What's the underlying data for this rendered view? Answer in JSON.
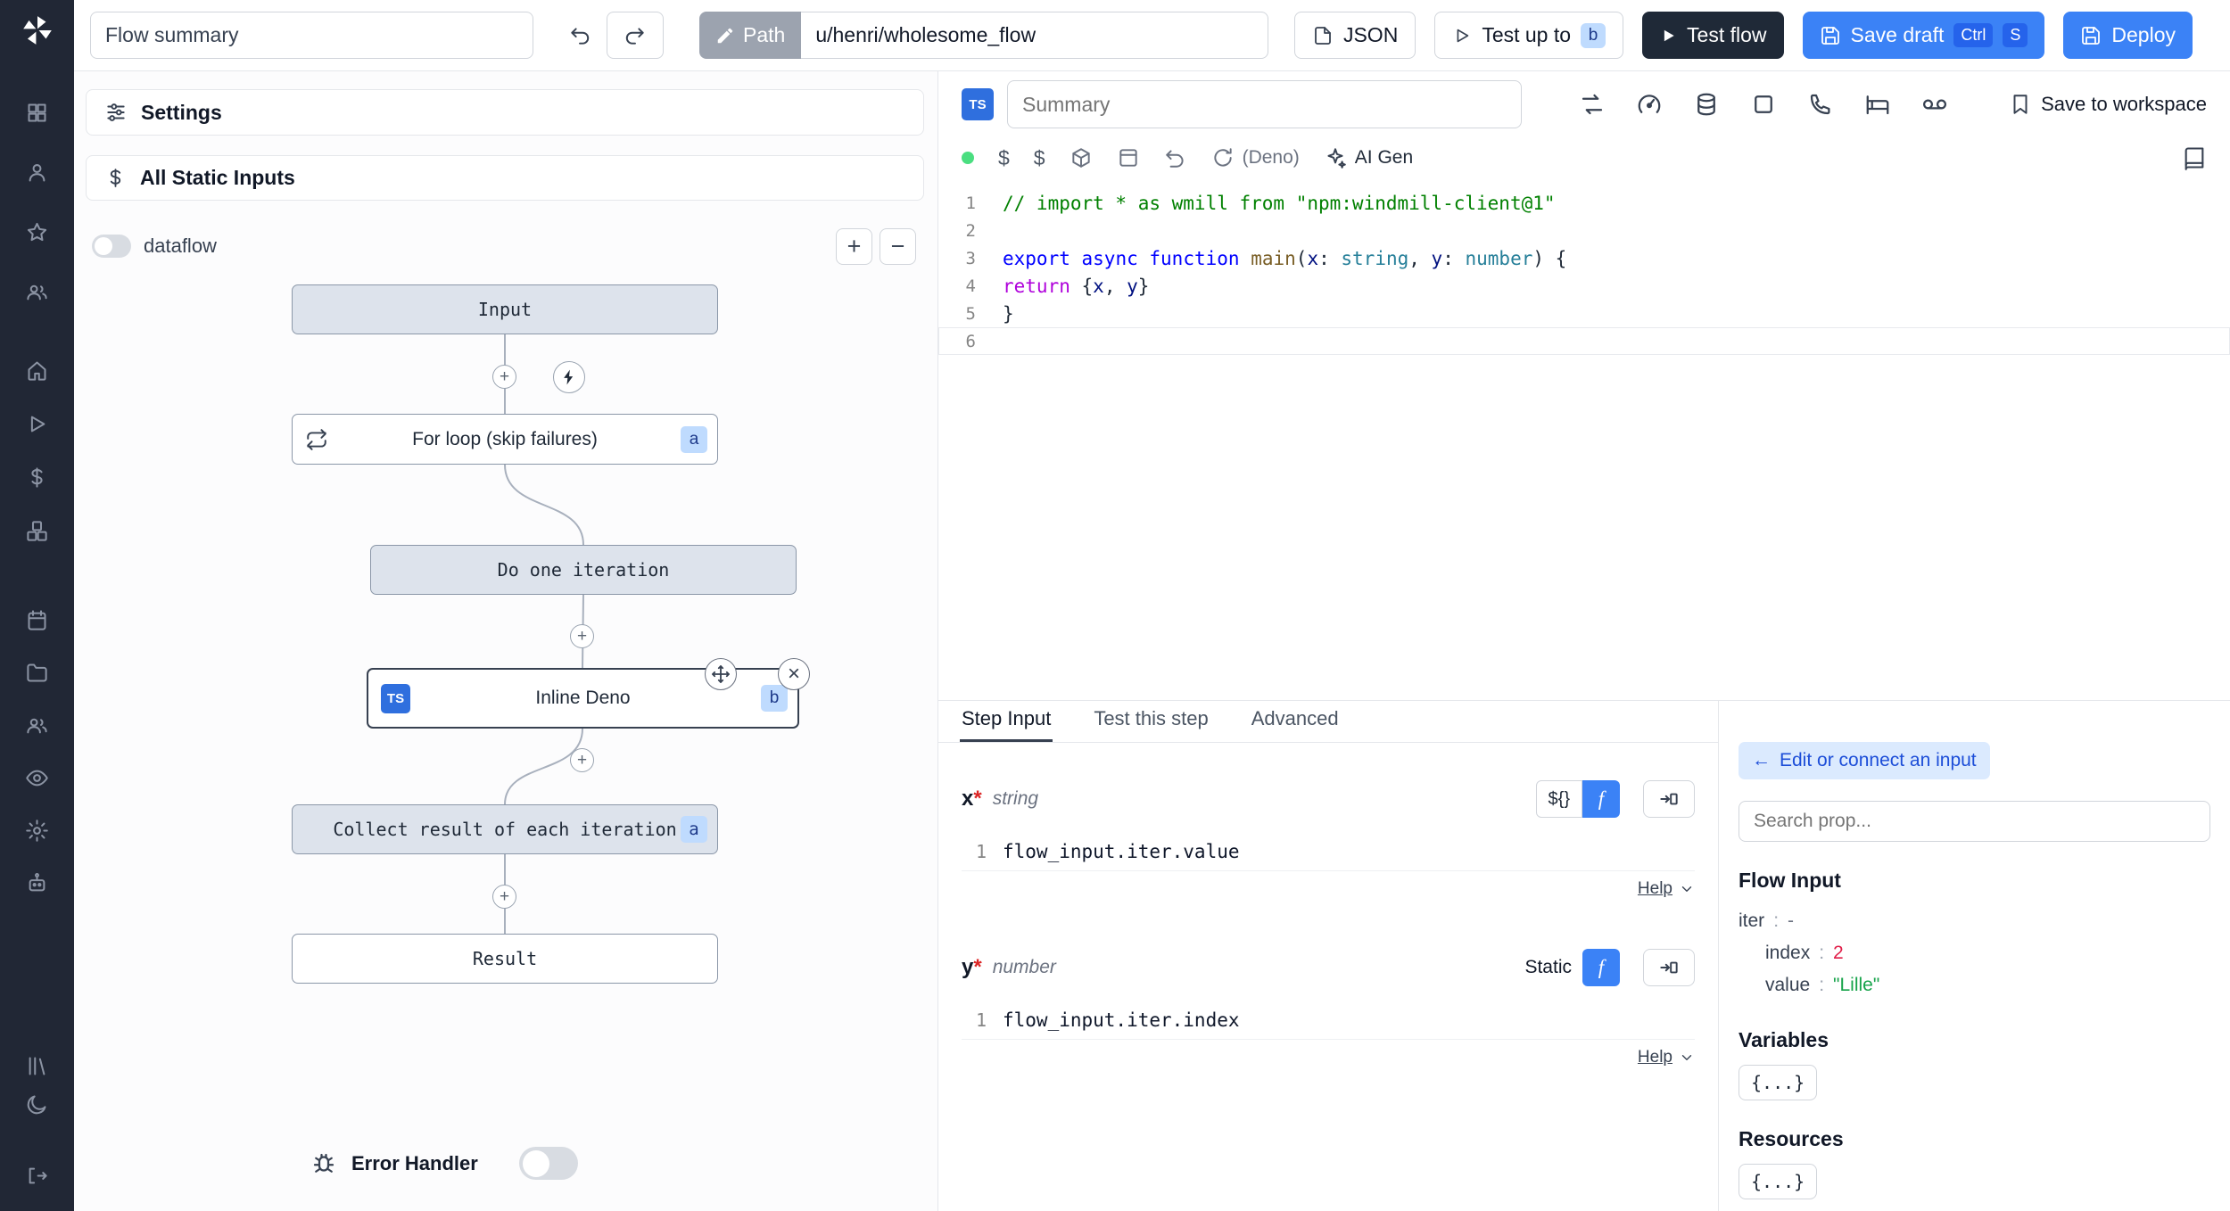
{
  "topbar": {
    "summary_value": "Flow summary",
    "path_label": "Path",
    "path_value": "u/henri/wholesome_flow",
    "json_label": "JSON",
    "test_up_to_label": "Test up to",
    "test_up_to_badge": "b",
    "test_flow_label": "Test flow",
    "save_draft_label": "Save draft",
    "kbd": [
      "Ctrl",
      "S"
    ],
    "deploy_label": "Deploy"
  },
  "sidebar_icons": [
    "windmill-logo",
    "apps",
    "user",
    "star",
    "users",
    "home",
    "play",
    "dollar",
    "boxes",
    "calendar",
    "folder",
    "group",
    "eye",
    "gear",
    "robot",
    "library",
    "moon",
    "logout"
  ],
  "flow": {
    "settings_label": "Settings",
    "static_inputs_label": "All Static Inputs",
    "dataflow_label": "dataflow",
    "nodes": {
      "input": "Input",
      "forloop": "For loop (skip failures)",
      "forloop_badge": "a",
      "iteration": "Do one iteration",
      "inline": "Inline Deno",
      "inline_lang": "TS",
      "inline_badge": "b",
      "collect": "Collect result of each iteration",
      "collect_badge": "a",
      "result": "Result"
    },
    "error_handler_label": "Error Handler"
  },
  "editor": {
    "lang_badge": "TS",
    "summary_placeholder": "Summary",
    "save_to_workspace_label": "Save to workspace",
    "runtime_label": "(Deno)",
    "ai_gen_label": "AI Gen",
    "code_lines": [
      [
        [
          "cmt",
          "// import * as wmill from \"npm:windmill-client@1\""
        ]
      ],
      [],
      [
        [
          "kw",
          "export"
        ],
        [
          "pl",
          " "
        ],
        [
          "kw",
          "async"
        ],
        [
          "pl",
          " "
        ],
        [
          "kw",
          "function"
        ],
        [
          "pl",
          " "
        ],
        [
          "fn",
          "main"
        ],
        [
          "pl",
          "("
        ],
        [
          "vr",
          "x"
        ],
        [
          "pl",
          ": "
        ],
        [
          "ty",
          "string"
        ],
        [
          "pl",
          ", "
        ],
        [
          "vr",
          "y"
        ],
        [
          "pl",
          ": "
        ],
        [
          "ty",
          "number"
        ],
        [
          "pl",
          ") {"
        ]
      ],
      [
        [
          "pl",
          "  "
        ],
        [
          "kw2",
          "return"
        ],
        [
          "pl",
          " {"
        ],
        [
          "vr",
          "x"
        ],
        [
          "pl",
          ", "
        ],
        [
          "vr",
          "y"
        ],
        [
          "pl",
          "}"
        ]
      ],
      [
        [
          "pl",
          "}"
        ]
      ],
      []
    ]
  },
  "step": {
    "tabs": [
      "Step Input",
      "Test this step",
      "Advanced"
    ],
    "fields": [
      {
        "name": "x",
        "req": "*",
        "type": "string",
        "mode": "${}",
        "fx": "f",
        "gutter": "1",
        "code": "flow_input.iter.value",
        "help": "Help"
      },
      {
        "name": "y",
        "req": "*",
        "type": "number",
        "mode": "Static",
        "fx": "f",
        "gutter": "1",
        "code": "flow_input.iter.index",
        "help": "Help"
      }
    ]
  },
  "props": {
    "edit_connect_label": "Edit or connect an input",
    "search_placeholder": "Search prop...",
    "flow_input_title": "Flow Input",
    "tree": [
      {
        "key": "iter",
        "sep": ":",
        "value": "-"
      },
      {
        "key": "index",
        "sep": ":",
        "value": "2"
      },
      {
        "key": "value",
        "sep": ":",
        "value": "\"Lille\""
      }
    ],
    "variables_title": "Variables",
    "variables_chip": "{...}",
    "resources_title": "Resources",
    "resources_chip": "{...}"
  }
}
